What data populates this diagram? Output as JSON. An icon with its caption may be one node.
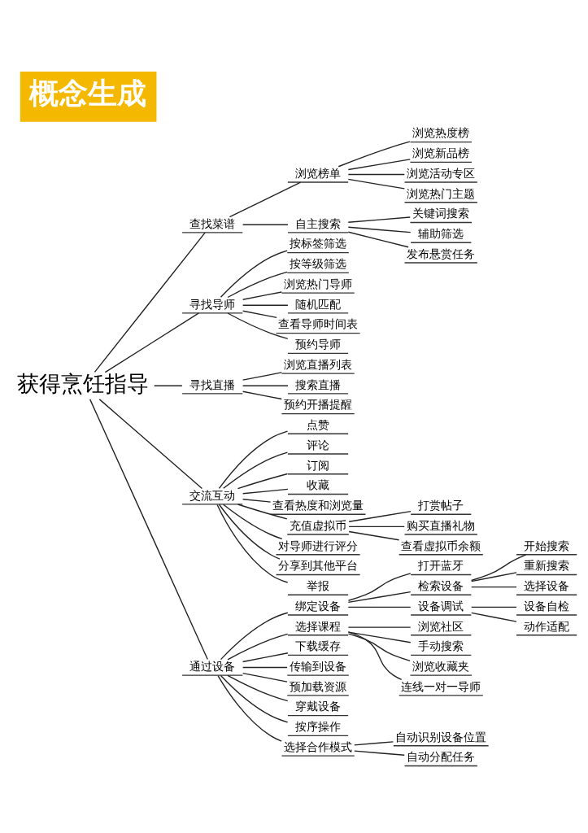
{
  "diagram": {
    "title": "概念生成",
    "nodes": [
      {
        "text": [
          "获得烹饪指导"
        ]
      },
      {
        "text": [
          "查找菜谱"
        ]
      },
      {
        "text": [
          "浏览榜单"
        ]
      },
      {
        "text": [
          "浏览热度榜"
        ]
      },
      {
        "text": [
          "浏览新品榜"
        ]
      },
      {
        "text": [
          "浏览活动专区"
        ]
      },
      {
        "text": [
          "浏览热门主题"
        ]
      },
      {
        "text": [
          "自主搜索"
        ]
      },
      {
        "text": [
          "关键词搜索"
        ]
      },
      {
        "text": [
          "辅助筛选"
        ]
      },
      {
        "text": [
          "发布悬赏任务"
        ]
      },
      {
        "text": [
          "寻找导师"
        ]
      },
      {
        "text": [
          "按标签筛选"
        ]
      },
      {
        "text": [
          "按等级筛选"
        ]
      },
      {
        "text": [
          "浏览热门导师"
        ]
      },
      {
        "text": [
          "随机匹配"
        ]
      },
      {
        "text": [
          "查看导师时间表"
        ]
      },
      {
        "text": [
          "预约导师"
        ]
      },
      {
        "text": [
          "寻找直播"
        ]
      },
      {
        "text": [
          "浏览直播列表"
        ]
      },
      {
        "text": [
          "搜索直播"
        ]
      },
      {
        "text": [
          "预约开播提醒"
        ]
      },
      {
        "text": [
          "交流互动"
        ]
      },
      {
        "text": [
          "点赞"
        ]
      },
      {
        "text": [
          "评论"
        ]
      },
      {
        "text": [
          "订阅"
        ]
      },
      {
        "text": [
          "收藏"
        ]
      },
      {
        "text": [
          "查看热度和浏览量"
        ]
      },
      {
        "text": [
          "充值虚拟币"
        ]
      },
      {
        "text": [
          "打赏帖子"
        ]
      },
      {
        "text": [
          "购买直播礼物"
        ]
      },
      {
        "text": [
          "查看虚拟币余额"
        ]
      },
      {
        "text": [
          "对导师进行评分"
        ]
      },
      {
        "text": [
          "分享到其他平台"
        ]
      },
      {
        "text": [
          "举报"
        ]
      },
      {
        "text": [
          "通过设备"
        ]
      },
      {
        "text": [
          "绑定设备"
        ]
      },
      {
        "text": [
          "打开蓝牙"
        ]
      },
      {
        "text": [
          "检索设备"
        ]
      },
      {
        "text": [
          "开始搜索"
        ]
      },
      {
        "text": [
          "重新搜索"
        ]
      },
      {
        "text": [
          "选择设备"
        ]
      },
      {
        "text": [
          "设备调试"
        ]
      },
      {
        "text": [
          "设备自检"
        ]
      },
      {
        "text": [
          "动作适配"
        ]
      },
      {
        "text": [
          "选择课程"
        ]
      },
      {
        "text": [
          "浏览社区"
        ]
      },
      {
        "text": [
          "手动搜索"
        ]
      },
      {
        "text": [
          "浏览收藏夹"
        ]
      },
      {
        "text": [
          "连线一对一导师"
        ]
      },
      {
        "text": [
          "下载缓存"
        ]
      },
      {
        "text": [
          "传输到设备"
        ]
      },
      {
        "text": [
          "预加载资源"
        ]
      },
      {
        "text": [
          "穿戴设备"
        ]
      },
      {
        "text": [
          "按序操作"
        ]
      },
      {
        "text": [
          "选择合作模式"
        ]
      },
      {
        "text": [
          "自动识别设备位置"
        ]
      },
      {
        "text": [
          "自动分配任务"
        ]
      }
    ],
    "edges": [
      {
        "from": 0,
        "to": 1,
        "arrow": "none"
      },
      {
        "from": 1,
        "to": 2,
        "arrow": "none"
      },
      {
        "from": 2,
        "to": 3,
        "arrow": "none"
      },
      {
        "from": 2,
        "to": 4,
        "arrow": "none"
      },
      {
        "from": 2,
        "to": 5,
        "arrow": "none"
      },
      {
        "from": 2,
        "to": 6,
        "arrow": "none"
      },
      {
        "from": 1,
        "to": 7,
        "arrow": "none"
      },
      {
        "from": 7,
        "to": 8,
        "arrow": "none"
      },
      {
        "from": 7,
        "to": 9,
        "arrow": "none"
      },
      {
        "from": 7,
        "to": 10,
        "arrow": "none"
      },
      {
        "from": 0,
        "to": 11,
        "arrow": "none"
      },
      {
        "from": 11,
        "to": 12,
        "arrow": "none"
      },
      {
        "from": 11,
        "to": 13,
        "arrow": "none"
      },
      {
        "from": 11,
        "to": 14,
        "arrow": "none"
      },
      {
        "from": 11,
        "to": 15,
        "arrow": "none"
      },
      {
        "from": 11,
        "to": 16,
        "arrow": "none"
      },
      {
        "from": 11,
        "to": 17,
        "arrow": "none"
      },
      {
        "from": 0,
        "to": 18,
        "arrow": "none"
      },
      {
        "from": 18,
        "to": 19,
        "arrow": "none"
      },
      {
        "from": 18,
        "to": 20,
        "arrow": "none"
      },
      {
        "from": 18,
        "to": 21,
        "arrow": "none"
      },
      {
        "from": 0,
        "to": 22,
        "arrow": "none"
      },
      {
        "from": 22,
        "to": 23,
        "arrow": "none"
      },
      {
        "from": 22,
        "to": 24,
        "arrow": "none"
      },
      {
        "from": 22,
        "to": 25,
        "arrow": "none"
      },
      {
        "from": 22,
        "to": 26,
        "arrow": "none"
      },
      {
        "from": 22,
        "to": 27,
        "arrow": "none"
      },
      {
        "from": 22,
        "to": 28,
        "arrow": "none"
      },
      {
        "from": 28,
        "to": 29,
        "arrow": "none"
      },
      {
        "from": 28,
        "to": 30,
        "arrow": "none"
      },
      {
        "from": 28,
        "to": 31,
        "arrow": "none"
      },
      {
        "from": 22,
        "to": 32,
        "arrow": "none"
      },
      {
        "from": 22,
        "to": 33,
        "arrow": "none"
      },
      {
        "from": 22,
        "to": 34,
        "arrow": "none"
      },
      {
        "from": 0,
        "to": 35,
        "arrow": "none"
      },
      {
        "from": 35,
        "to": 36,
        "arrow": "none"
      },
      {
        "from": 36,
        "to": 37,
        "arrow": "none"
      },
      {
        "from": 36,
        "to": 38,
        "arrow": "none"
      },
      {
        "from": 38,
        "to": 39,
        "arrow": "none"
      },
      {
        "from": 38,
        "to": 40,
        "arrow": "none"
      },
      {
        "from": 38,
        "to": 41,
        "arrow": "none"
      },
      {
        "from": 36,
        "to": 42,
        "arrow": "none"
      },
      {
        "from": 42,
        "to": 43,
        "arrow": "none"
      },
      {
        "from": 42,
        "to": 44,
        "arrow": "none"
      },
      {
        "from": 35,
        "to": 45,
        "arrow": "none"
      },
      {
        "from": 45,
        "to": 46,
        "arrow": "none"
      },
      {
        "from": 45,
        "to": 47,
        "arrow": "none"
      },
      {
        "from": 45,
        "to": 48,
        "arrow": "none"
      },
      {
        "from": 45,
        "to": 49,
        "arrow": "none"
      },
      {
        "from": 35,
        "to": 50,
        "arrow": "none"
      },
      {
        "from": 35,
        "to": 51,
        "arrow": "none"
      },
      {
        "from": 35,
        "to": 52,
        "arrow": "none"
      },
      {
        "from": 35,
        "to": 53,
        "arrow": "none"
      },
      {
        "from": 35,
        "to": 54,
        "arrow": "none"
      },
      {
        "from": 35,
        "to": 55,
        "arrow": "none"
      },
      {
        "from": 55,
        "to": 56,
        "arrow": "none"
      },
      {
        "from": 55,
        "to": 57,
        "arrow": "none"
      }
    ]
  }
}
